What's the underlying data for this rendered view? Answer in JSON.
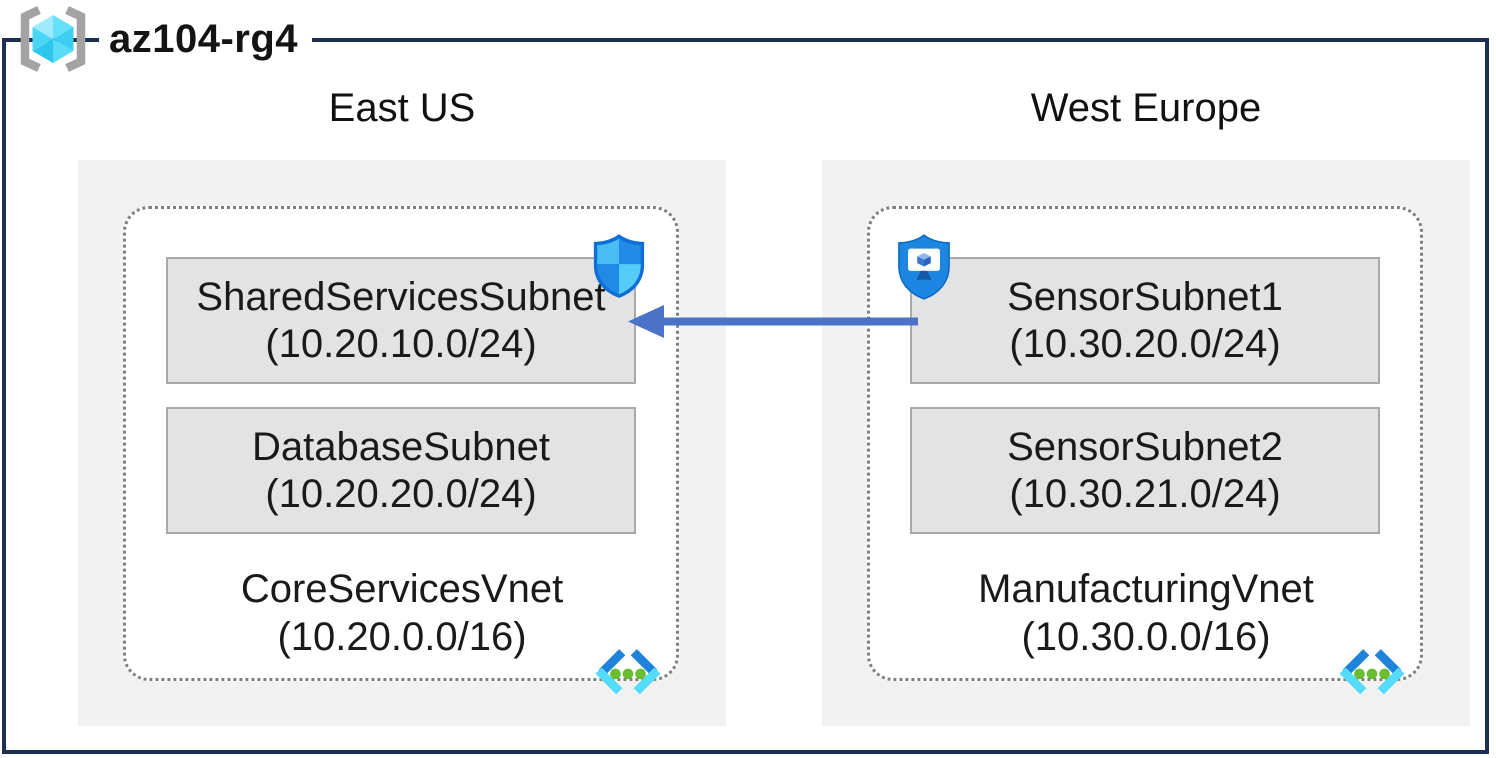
{
  "diagram": {
    "resource_group": {
      "title": "az104-rg4",
      "icon": "resource-group-brackets-cube-icon"
    },
    "regions": [
      {
        "name": "East US",
        "vnet": {
          "name": "CoreServicesVnet",
          "cidr": "(10.20.0.0/16)",
          "icon": "virtual-network-chevron-icon"
        },
        "subnets": [
          {
            "name": "SharedServicesSubnet",
            "cidr": "(10.20.10.0/24)",
            "badge_icon": "network-security-shield-icon"
          },
          {
            "name": "DatabaseSubnet",
            "cidr": "(10.20.20.0/24)"
          }
        ]
      },
      {
        "name": "West Europe",
        "vnet": {
          "name": "ManufacturingVnet",
          "cidr": "(10.30.0.0/16)",
          "icon": "virtual-network-chevron-icon"
        },
        "subnets": [
          {
            "name": "SensorSubnet1",
            "cidr": "(10.30.20.0/24)",
            "badge_icon": "iot-security-shield-monitor-icon"
          },
          {
            "name": "SensorSubnet2",
            "cidr": "(10.30.21.0/24)"
          }
        ]
      }
    ],
    "connection": {
      "from_subnet": "SensorSubnet1",
      "to_subnet": "SharedServicesSubnet",
      "direction": "right-to-left",
      "color": "#4a73c7"
    },
    "colors": {
      "frame_border": "#1c2f50",
      "region_fill": "#f1f1f2",
      "vnet_dotted_border": "#7f7f7f",
      "subnet_fill": "#e3e3e3",
      "subnet_border": "#a9a9a9",
      "arrow": "#4a73c7",
      "text": "#1a1a1a",
      "cube_cyan": "#3ccff1",
      "shield_blue": "#2189e6",
      "vnet_icon_blue": "#1f83db",
      "vnet_icon_cyan": "#55dcfb",
      "vnet_icon_green": "#68be30"
    }
  }
}
